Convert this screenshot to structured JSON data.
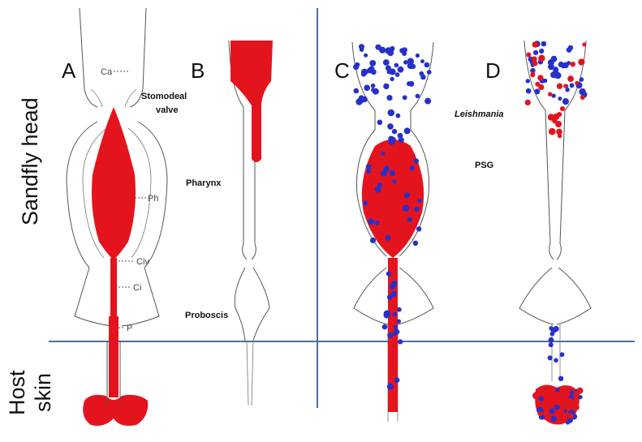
{
  "side_labels": {
    "top": "Sandfly head",
    "bottom_line1": "Host",
    "bottom_line2": "skin"
  },
  "panels": {
    "a": "A",
    "b": "B",
    "c": "C",
    "d": "D"
  },
  "labels": {
    "stomodeal_1": "Stomodeal",
    "stomodeal_2": "valve",
    "pharynx": "Pharynx",
    "proboscis": "Proboscis",
    "leishmania": "Leishmania",
    "psg": "PSG"
  },
  "anatomy": {
    "ca": "Ca",
    "ph": "Ph",
    "civ": "Civ",
    "ci": "Ci",
    "p": "P"
  },
  "colors": {
    "blood": "#e4141e",
    "parasite": "#2631c9",
    "divider": "#4a6fa5"
  }
}
